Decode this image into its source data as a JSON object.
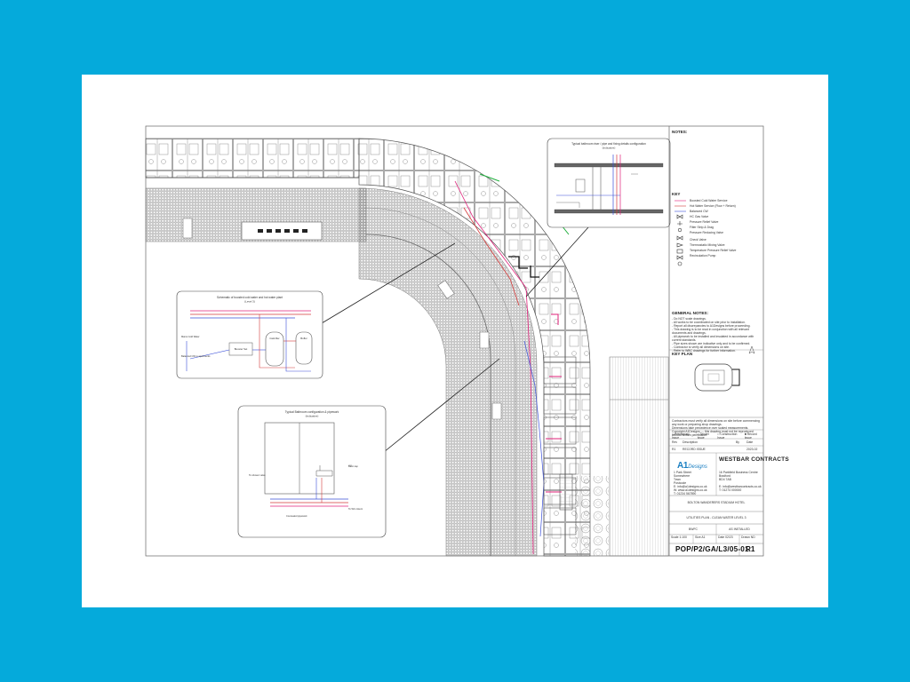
{
  "title_block": {
    "notes_heading": "NOTES:",
    "key_heading": "KEY",
    "legend": [
      {
        "label": "Boosted Cold Water Service",
        "color": "#e0207a"
      },
      {
        "label": "Hot Water Service (Flow + Return)",
        "color": "#d43a3a"
      },
      {
        "label": "Balanced CW",
        "color": "#3a4fd8"
      },
      {
        "label": "HC Gas Valve",
        "symbol": "gate-valve-icon"
      },
      {
        "label": "Pressure Relief Valve",
        "symbol": "relief-valve-icon"
      },
      {
        "label": "Filter Strip & Drag",
        "symbol": "strainer-icon"
      },
      {
        "label": "Pressure Reducing Valve",
        "symbol": "prv-icon"
      },
      {
        "label": "Check Valve",
        "symbol": "check-valve-icon"
      },
      {
        "label": "Thermostatic Mixing Valve",
        "symbol": "tmv-icon"
      },
      {
        "label": "Temperature Pressure Relief Valve",
        "symbol": "tprv-icon"
      },
      {
        "label": "Recirculation Pump",
        "symbol": "pump-icon"
      }
    ],
    "general_notes_heading": "GENERAL NOTES:",
    "general_notes": [
      "- Do NOT scale drawings.",
      "- All works to be coordinated on site prior to installation.",
      "- Report all discrepancies to A1Designs before proceeding.",
      "- This drawing is to be read in conjunction with all relevant documents and drawings.",
      "- All pipework to be installed and insulated in accordance with current standards.",
      "- Pipe sizes shown are indicative only and to be confirmed.",
      "- Contractor to verify all dimensions on site.",
      "- Refer to WBC drawings for further information."
    ],
    "key_plan_heading": "KEY PLAN",
    "revision_notes": [
      "Contractors must verify all dimensions on site before commencing any work or preparing shop drawings.",
      "Dimensions take precedence over scaled measurements.",
      "Copyright A1Designs — this drawing must not be reproduced without written permission."
    ],
    "status_options": [
      "Preliminary Issue",
      "Tender Issue",
      "Construction Issue",
      "Record Issue"
    ],
    "table_headers": [
      "Rev",
      "Description",
      "By",
      "Date"
    ],
    "revision_rows": [
      {
        "rev": "R1",
        "description": "RECORD ISSUE",
        "by": "",
        "date": "2023-02"
      }
    ],
    "designer_name_a": "A1",
    "designer_name_b": "Designs",
    "designer_address": [
      "1 Park Street",
      "Somewhere",
      "Town",
      "Postcode"
    ],
    "designer_contact": [
      "E: info@a1designs.co.uk",
      "W: www.a1designs.co.uk",
      "T: 01234 567890"
    ],
    "client_name": "WESTBAR CONTRACTS",
    "client_address": [
      "16 Parkfield Business Centre",
      "Bradford",
      "BD4 7AB"
    ],
    "client_contact": [
      "E: info@westbarcontracts.co.uk",
      "T: 01274 000000"
    ],
    "project_label": "BOLTON WANDERERS STADIUM HOTEL",
    "drawing_title": "UTILITIES PLAN - CLEAN WATER LEVEL 3",
    "client_ref": "BWFC",
    "package": "AS INSTALLED",
    "scale_label": "Scale",
    "scale": "1:100",
    "sheet_size_label": "Size",
    "sheet_size": "A1",
    "date_label": "Date",
    "date": "02/23",
    "drawn_label": "Drawn",
    "drawn_by": "ND",
    "checked_label": "Chkd",
    "checked_by": "",
    "drawing_number": "POP/P2/GA/L3/05-01",
    "revision": "R1"
  },
  "callouts": {
    "top_detail_title": "Typical bathroom riser / pipe and fixing details configuration",
    "top_detail_subtitle": "(Indicative)",
    "left_detail_title": "Schematic of boosted cold water and hot water plant",
    "left_detail_subtitle": "(Level 3)",
    "left_detail_labels": [
      "Mains Cold Water",
      "Booster Set",
      "Calorifier",
      "Buffer",
      "Balanced CW to apartments"
    ],
    "bottom_detail_title": "Typical Bathroom configuration & pipework",
    "bottom_detail_subtitle": "(Indicative)",
    "bottom_detail_labels": [
      "To shower valve",
      "Basin tap",
      "Concealed pipework",
      "To WC cistern"
    ]
  },
  "colors": {
    "background": "#05aadb",
    "sheet": "#ffffff",
    "linework": "#555555",
    "cold_water": "#3a4fd8",
    "hot_water": "#d43a3a",
    "boosted": "#e0207a",
    "gas_green": "#1fae3c"
  }
}
